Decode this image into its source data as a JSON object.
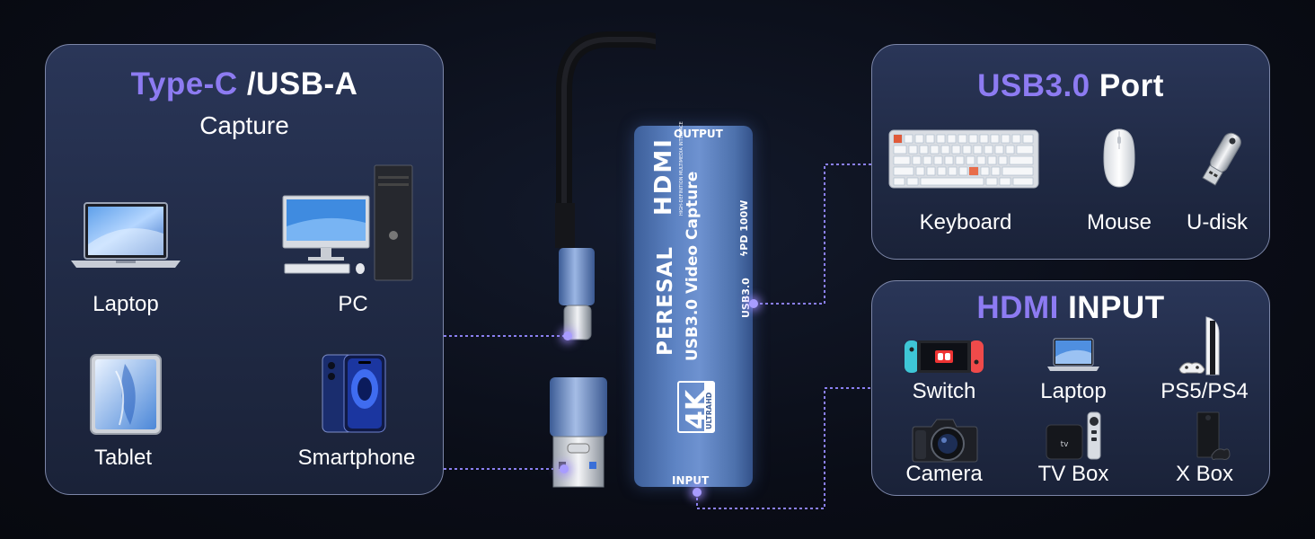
{
  "left_panel": {
    "title_accent": "Type-C",
    "title_rest": " /USB-A",
    "subtitle": "Capture",
    "devices": [
      {
        "label": "Laptop",
        "icon": "laptop-icon"
      },
      {
        "label": "PC",
        "icon": "desktop-pc-icon"
      },
      {
        "label": "Tablet",
        "icon": "tablet-icon"
      },
      {
        "label": "Smartphone",
        "icon": "smartphone-icon"
      }
    ]
  },
  "usb_panel": {
    "title_accent": "USB3.0",
    "title_rest": " Port",
    "devices": [
      {
        "label": "Keyboard",
        "icon": "keyboard-icon"
      },
      {
        "label": "Mouse",
        "icon": "mouse-icon"
      },
      {
        "label": "U-disk",
        "icon": "usb-disk-icon"
      }
    ]
  },
  "hdmi_panel": {
    "title_accent": "HDMI",
    "title_rest": " INPUT",
    "devices": [
      {
        "label": "Switch",
        "icon": "game-console-switch-icon"
      },
      {
        "label": "Laptop",
        "icon": "laptop-icon"
      },
      {
        "label": "PS5/PS4",
        "icon": "ps5-icon"
      },
      {
        "label": "Camera",
        "icon": "camera-icon"
      },
      {
        "label": "TV Box",
        "icon": "tv-box-icon"
      },
      {
        "label": "X Box",
        "icon": "xbox-icon"
      }
    ]
  },
  "device": {
    "output_label": "OUTPUT",
    "input_label": "INPUT",
    "hdmi_logo": "HDMI",
    "hdmi_tagline": "HIGH-DEFINITION MULTIMEDIA INTERFACE",
    "brand": "PERESAL",
    "model": "USB3.0 Video Capture",
    "pd": "ϟPD 100W",
    "usb_port": "USB3.0",
    "badge_4k": "4K",
    "badge_ultrahd": "ULTRAHD"
  },
  "colors": {
    "accent": "#8d7bf2",
    "panel_border": "#7c86a8",
    "wire": "#8a7ff0"
  }
}
